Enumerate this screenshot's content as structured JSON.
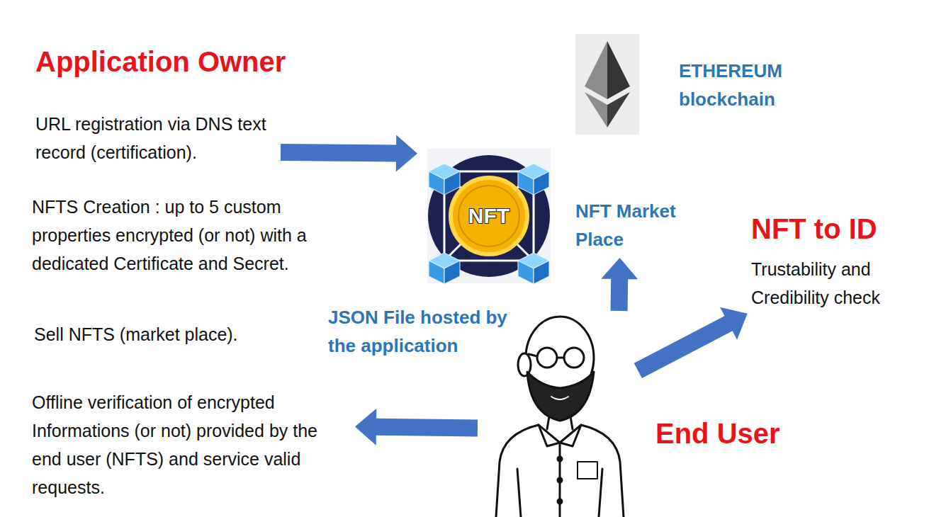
{
  "diagram": {
    "nodes": [
      {
        "text": [
          "URL registration via DNS text record (certification)."
        ]
      },
      {
        "text": [
          "NFTS Creation : up to 5 custom properties encrypted (or not) with a dedicated Certificate and Secret."
        ]
      },
      {
        "text": [
          "Sell NFTS (market place)."
        ]
      },
      {
        "text": [
          "Offline verification of encrypted Informations (or not) provided by the end user (NFTS) and service valid requests."
        ]
      },
      {
        "text": [
          "ETHEREUM blockchain"
        ]
      },
      {
        "text": [
          "NFT"
        ]
      },
      {
        "text": [
          "NFT Market Place"
        ]
      },
      {
        "text": [
          "NFT to ID",
          "Trustability and Credibility check"
        ]
      },
      {
        "text": [
          "End User"
        ]
      }
    ],
    "edges": [
      {
        "from": 0,
        "to": 5,
        "arrow": "to"
      },
      {
        "from": 8,
        "to": 6,
        "arrow": "to"
      },
      {
        "from": 8,
        "to": 7,
        "arrow": "to"
      },
      {
        "from": 8,
        "to": 3,
        "arrow": "to"
      }
    ],
    "labels": [
      "Application Owner",
      "JSON File hosted by the application"
    ]
  }
}
